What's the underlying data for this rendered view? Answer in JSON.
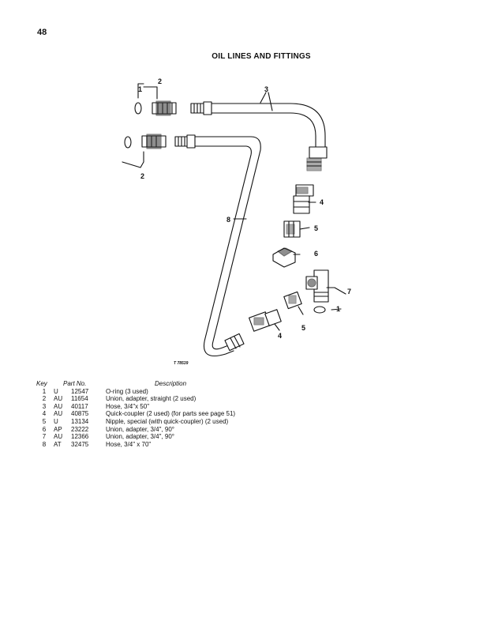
{
  "page": {
    "number": "48",
    "title": "OIL LINES AND FITTINGS"
  },
  "diagram": {
    "figure_id": "T 78539",
    "callouts": [
      "1",
      "2",
      "2",
      "3",
      "4",
      "5",
      "6",
      "7",
      "1",
      "5",
      "4",
      "8"
    ]
  },
  "parts_table": {
    "headers": {
      "key": "Key",
      "part_no": "Part No.",
      "description": "Description"
    },
    "rows": [
      {
        "key": "1",
        "prefix": "U",
        "number": "12547",
        "description": "O-ring (3 used)"
      },
      {
        "key": "2",
        "prefix": "AU",
        "number": "11654",
        "description": "Union, adapter, straight (2 used)"
      },
      {
        "key": "3",
        "prefix": "AU",
        "number": "40117",
        "description": "Hose, 3/4\"x 50\""
      },
      {
        "key": "4",
        "prefix": "AU",
        "number": "40875",
        "description": "Quick-coupler (2 used)  (for parts see page 51)"
      },
      {
        "key": "5",
        "prefix": "U",
        "number": "13134",
        "description": "Nipple, special (with quick-coupler) (2 used)"
      },
      {
        "key": "6",
        "prefix": "AP",
        "number": "23222",
        "description": "Union, adapter, 3/4\", 90°"
      },
      {
        "key": "7",
        "prefix": "AU",
        "number": "12366",
        "description": "Union, adapter, 3/4\", 90°"
      },
      {
        "key": "8",
        "prefix": "AT",
        "number": "32475",
        "description": "Hose, 3/4\" x 70\""
      }
    ]
  }
}
